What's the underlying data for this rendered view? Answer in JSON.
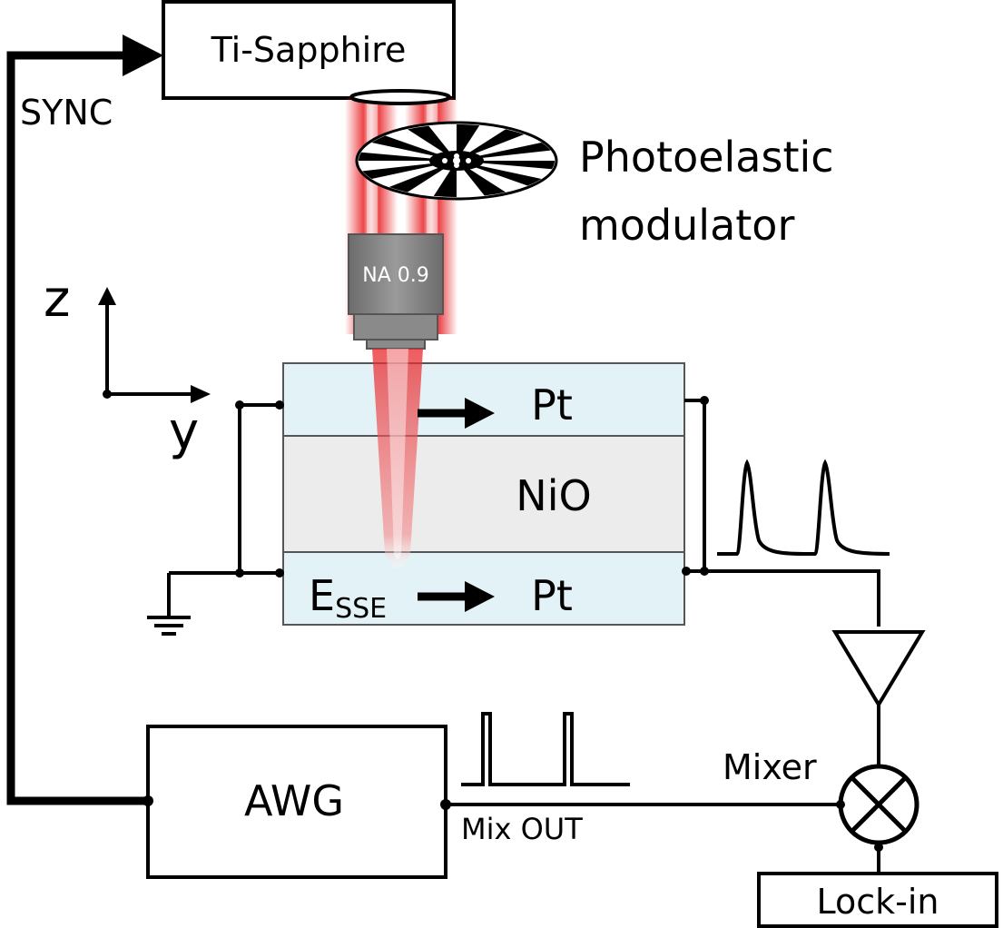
{
  "laser": {
    "label": "Ti-Sapphire"
  },
  "sync": {
    "label": "SYNC"
  },
  "modulator": {
    "line1": "Photoelastic",
    "line2": "modulator"
  },
  "objective": {
    "label": "NA 0.9"
  },
  "axes": {
    "z": "z",
    "y": "y"
  },
  "sample": {
    "top_layer": "Pt",
    "middle_layer": "NiO",
    "bottom_layer": "Pt",
    "field_label": "E",
    "field_subscript": "SSE"
  },
  "awg": {
    "label": "AWG",
    "output_label": "Mix OUT"
  },
  "mixer": {
    "label": "Mixer"
  },
  "lockin": {
    "label": "Lock-in"
  },
  "colors": {
    "beam": "#e8262a",
    "layer_pt": "#e3f2f6",
    "layer_nio": "#ececec",
    "objective": "#8a8a8a",
    "line": "#000000"
  }
}
